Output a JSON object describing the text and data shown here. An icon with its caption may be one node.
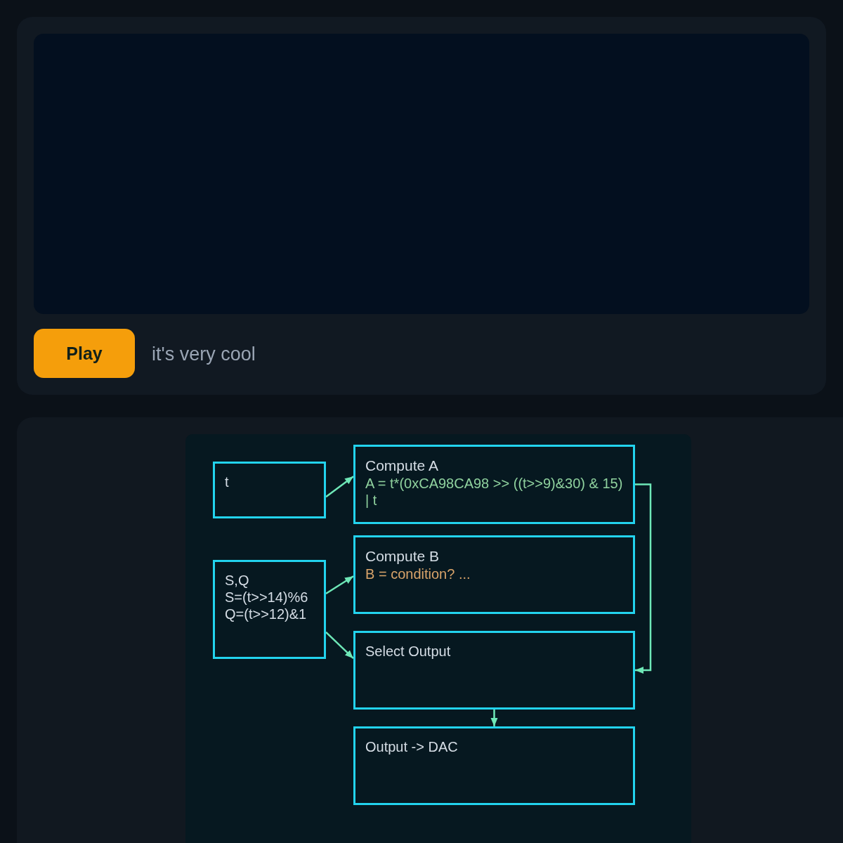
{
  "diagram": {
    "nodes": [
      {
        "text": [
          "t"
        ]
      },
      {
        "text": [
          "Compute A",
          "A = t*(0xCA98CA98 >> ((t>>9)&30) & 15) | t"
        ]
      },
      {
        "text": [
          "S,Q S=(t>>14)%6 Q=(t>>12)&1"
        ]
      },
      {
        "text": [
          "Compute B",
          "B = condition? ..."
        ]
      },
      {
        "text": [
          "Select Output"
        ]
      },
      {
        "text": [
          "Output -> DAC"
        ]
      }
    ],
    "edges": [
      {
        "from": 0,
        "to": 1,
        "arrow": "to"
      },
      {
        "from": 2,
        "to": 3,
        "arrow": "to"
      },
      {
        "from": 2,
        "to": 4,
        "arrow": "to"
      },
      {
        "from": 1,
        "to": 4,
        "arrow": "to"
      },
      {
        "from": 4,
        "to": 5,
        "arrow": "to"
      }
    ],
    "labels": [
      "Play",
      "it's very cool"
    ]
  }
}
